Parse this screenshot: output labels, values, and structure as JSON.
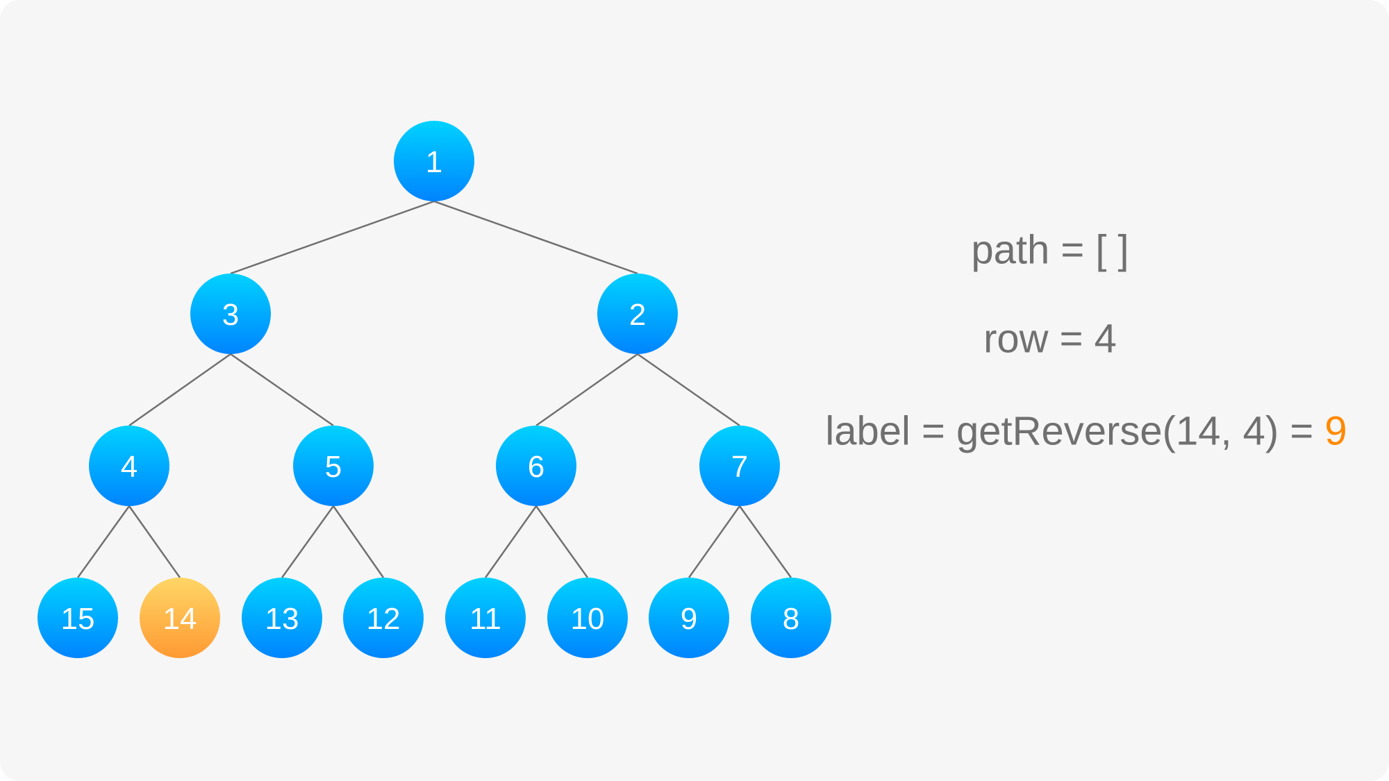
{
  "tree": {
    "nodes": [
      {
        "id": "1",
        "label": "1",
        "level": 0,
        "highlight": false
      },
      {
        "id": "3",
        "label": "3",
        "level": 1,
        "highlight": false
      },
      {
        "id": "2",
        "label": "2",
        "level": 1,
        "highlight": false
      },
      {
        "id": "4",
        "label": "4",
        "level": 2,
        "highlight": false
      },
      {
        "id": "5",
        "label": "5",
        "level": 2,
        "highlight": false
      },
      {
        "id": "6",
        "label": "6",
        "level": 2,
        "highlight": false
      },
      {
        "id": "7",
        "label": "7",
        "level": 2,
        "highlight": false
      },
      {
        "id": "15",
        "label": "15",
        "level": 3,
        "highlight": false
      },
      {
        "id": "14",
        "label": "14",
        "level": 3,
        "highlight": true
      },
      {
        "id": "13",
        "label": "13",
        "level": 3,
        "highlight": false
      },
      {
        "id": "12",
        "label": "12",
        "level": 3,
        "highlight": false
      },
      {
        "id": "11",
        "label": "11",
        "level": 3,
        "highlight": false
      },
      {
        "id": "10",
        "label": "10",
        "level": 3,
        "highlight": false
      },
      {
        "id": "9",
        "label": "9",
        "level": 3,
        "highlight": false
      },
      {
        "id": "8",
        "label": "8",
        "level": 3,
        "highlight": false
      }
    ],
    "edges": [
      [
        "1",
        "3"
      ],
      [
        "1",
        "2"
      ],
      [
        "3",
        "4"
      ],
      [
        "3",
        "5"
      ],
      [
        "2",
        "6"
      ],
      [
        "2",
        "7"
      ],
      [
        "4",
        "15"
      ],
      [
        "4",
        "14"
      ],
      [
        "5",
        "13"
      ],
      [
        "5",
        "12"
      ],
      [
        "6",
        "11"
      ],
      [
        "6",
        "10"
      ],
      [
        "7",
        "9"
      ],
      [
        "7",
        "8"
      ]
    ],
    "colors": {
      "node_top": "#00d2ff",
      "node_bottom": "#0084ff",
      "highlight_top": "#ffd666",
      "highlight_bottom": "#ff9a33",
      "edge": "#707070",
      "text": "#707070",
      "accent": "#ff8a00"
    }
  },
  "info": {
    "path": "path = [ ]",
    "row": "row = 4",
    "label_prefix": "label = getReverse(14, 4) = ",
    "label_result": "9"
  }
}
